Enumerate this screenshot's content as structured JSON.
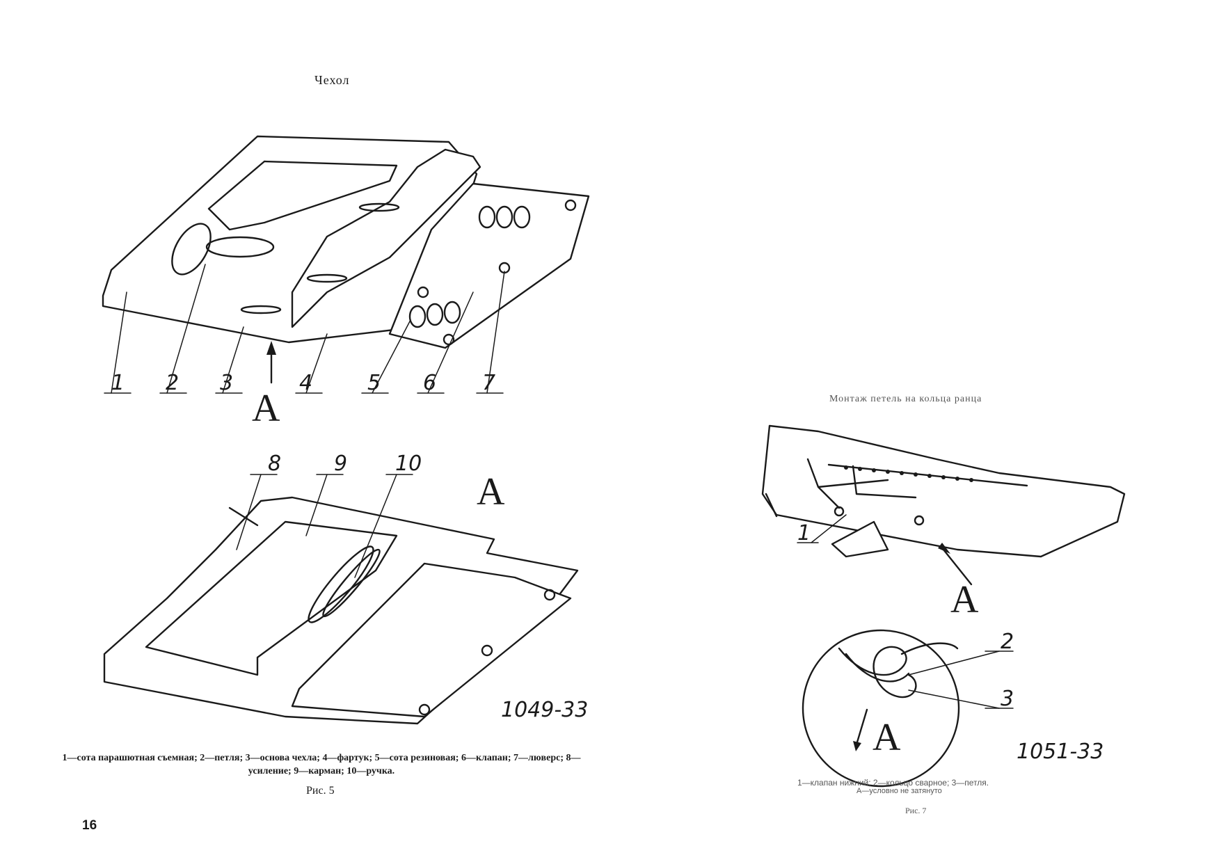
{
  "left": {
    "heading": "Чехол",
    "fig_top": {
      "callouts": [
        "1",
        "2",
        "3",
        "4",
        "5",
        "6",
        "7"
      ],
      "view_letter": "A"
    },
    "fig_bottom": {
      "callouts": [
        "8",
        "9",
        "10"
      ],
      "view_letter": "A",
      "code": "1049-33"
    },
    "caption_line1": "1—сота парашютная съемная; 2—петля; 3—основа чехла; 4—фартук; 5—сота резиновая; 6—клапан; 7—люверс; 8—усиление; 9—карман; 10—ручка.",
    "fig_label": "Рис. 5",
    "page_number": "16"
  },
  "right": {
    "heading": "Монтаж петель на кольца ранца",
    "fig_top": {
      "callouts": [
        "1"
      ],
      "view_letter": "A"
    },
    "fig_detail": {
      "callouts": [
        "2",
        "3"
      ],
      "view_letter": "A",
      "code": "1051-33"
    },
    "caption_line1": "1—клапан нижний; 2—кольцо сварное; 3—петля.",
    "caption_line2": "А—условно не затянуто",
    "fig_label": "Рис. 7"
  }
}
